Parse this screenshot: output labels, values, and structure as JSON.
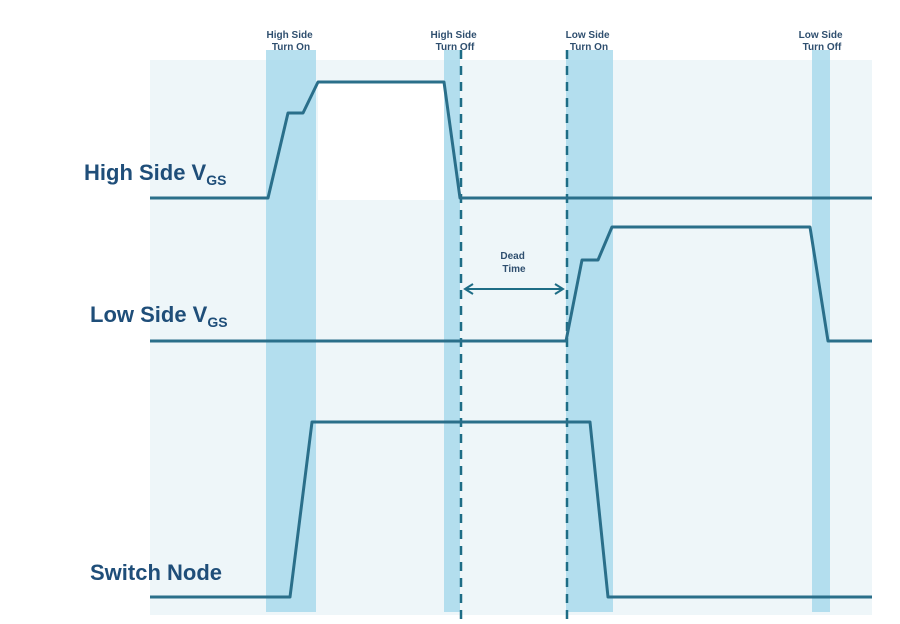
{
  "traces": {
    "high_side_vgs": {
      "main": "High Side V",
      "sub": "GS"
    },
    "low_side_vgs": {
      "main": "Low Side V",
      "sub": "GS"
    },
    "switch_node": {
      "label": "Switch Node"
    }
  },
  "phases": {
    "hs_on": {
      "line1": "High Side",
      "line2": "Turn On"
    },
    "hs_off": {
      "line1": "High Side",
      "line2": "Turn Off"
    },
    "ls_on": {
      "line1": "Low Side",
      "line2": "Turn On"
    },
    "ls_off": {
      "line1": "Low Side",
      "line2": "Turn Off"
    }
  },
  "dead_time": {
    "line1": "Dead",
    "line2": "Time"
  },
  "colors": {
    "band": "#9fd6ea",
    "waveform": "#2a6f8a",
    "label": "#1f4e79",
    "background_panel": "#eef6f9"
  }
}
